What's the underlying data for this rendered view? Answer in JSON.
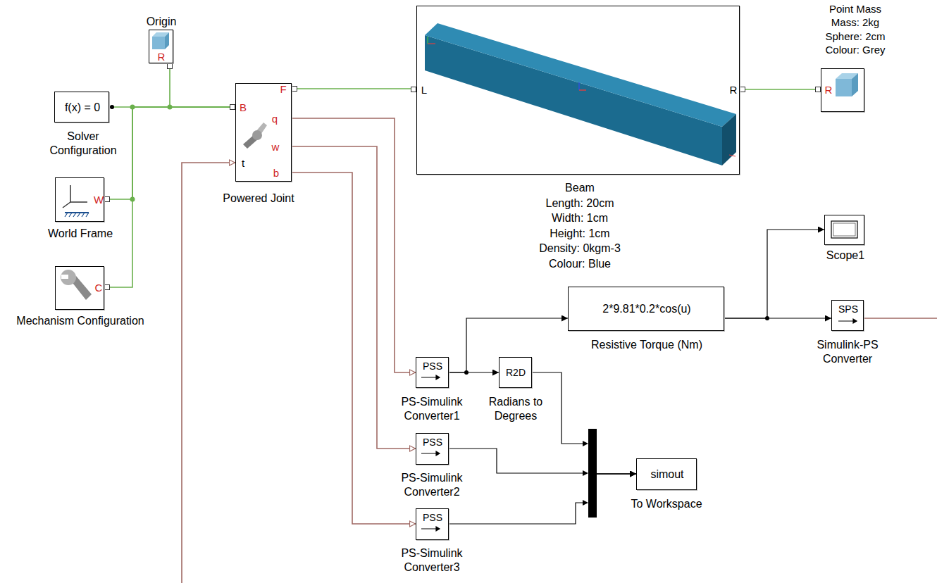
{
  "diagram": {
    "nodes": [
      {
        "text": [
          "Origin",
          "R"
        ]
      },
      {
        "text": [
          "B",
          "F",
          "q",
          "w",
          "t",
          "b",
          "Powered Joint"
        ]
      },
      {
        "text": [
          "L",
          "R",
          "Beam",
          "Length: 20cm",
          "Width: 1cm",
          "Height: 1cm",
          "Density: 0kgm-3",
          "Colour: Blue"
        ]
      },
      {
        "text": [
          "Point Mass",
          "Mass: 2kg",
          "Sphere: 2cm",
          "Colour: Grey",
          "R"
        ]
      },
      {
        "text": [
          "f(x) = 0",
          "Solver Configuration"
        ]
      },
      {
        "text": [
          "W",
          "World Frame"
        ]
      },
      {
        "text": [
          "Scope1"
        ]
      },
      {
        "text": [
          "C",
          "Mechanism Configuration"
        ]
      },
      {
        "text": [
          "2*9.81*0.2*cos(u)",
          "Resistive Torque (Nm)"
        ]
      },
      {
        "text": [
          "SPS",
          "Simulink-PS Converter"
        ]
      },
      {
        "text": [
          "PSS",
          "PS-Simulink Converter1"
        ]
      },
      {
        "text": [
          "R2D",
          "Radians to Degrees"
        ]
      },
      {
        "text": [
          "PSS",
          "PS-Simulink Converter2"
        ]
      },
      {
        "text": [
          "simout",
          "To Workspace"
        ]
      },
      {
        "text": [
          "PSS",
          "PS-Simulink Converter3"
        ]
      }
    ],
    "edges": [
      {
        "from": 4,
        "to": 1,
        "arrow": "none"
      },
      {
        "from": 0,
        "to": 1,
        "arrow": "none"
      },
      {
        "from": 5,
        "to": 1,
        "arrow": "none"
      },
      {
        "from": 7,
        "to": 1,
        "arrow": "none"
      },
      {
        "from": 1,
        "to": 2,
        "arrow": "none"
      },
      {
        "from": 2,
        "to": 3,
        "arrow": "none"
      },
      {
        "from": 1,
        "to": 10,
        "arrow": "to"
      },
      {
        "from": 1,
        "to": 12,
        "arrow": "to"
      },
      {
        "from": 1,
        "to": 14,
        "arrow": "to"
      },
      {
        "from": 10,
        "to": 8,
        "arrow": "to"
      },
      {
        "from": 10,
        "to": 11,
        "arrow": "to"
      },
      {
        "from": 8,
        "to": 6,
        "arrow": "to"
      },
      {
        "from": 8,
        "to": 9,
        "arrow": "to"
      },
      {
        "from": 9,
        "to": 1,
        "arrow": "to"
      },
      {
        "from": 11,
        "to": 13,
        "arrow": "to"
      },
      {
        "from": 12,
        "to": 13,
        "arrow": "to"
      },
      {
        "from": 14,
        "to": 13,
        "arrow": "to"
      }
    ]
  }
}
